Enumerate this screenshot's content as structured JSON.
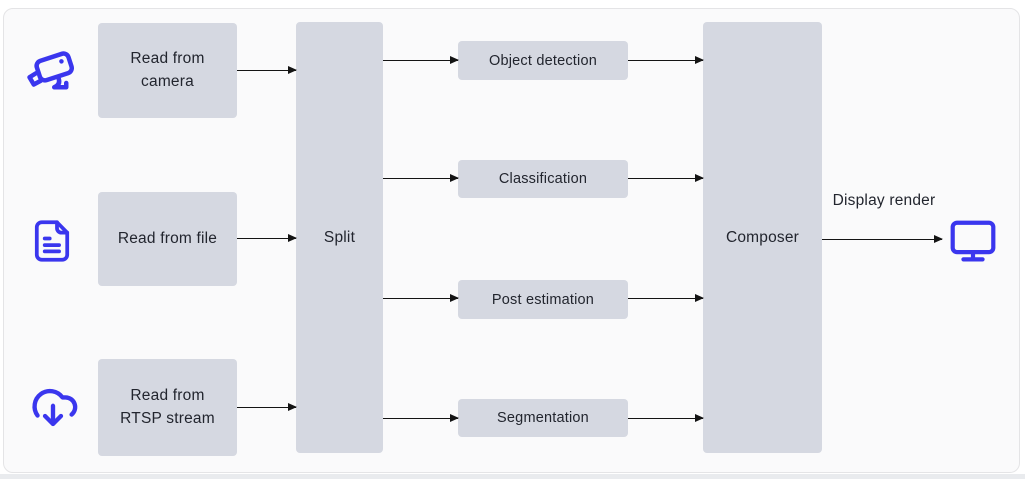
{
  "diagram": {
    "colors": {
      "node_fill": "#d5d8e1",
      "icon_blue": "#3a36ee",
      "arrow": "#141414",
      "text": "#22252e",
      "card_bg": "#fafafb",
      "card_border": "#e4e4e6"
    },
    "sources": [
      {
        "label": "Read from camera",
        "icon": "cctv-camera-icon"
      },
      {
        "label": "Read from file",
        "icon": "document-icon"
      },
      {
        "label": "Read from RTSP stream",
        "icon": "cloud-download-icon"
      }
    ],
    "split": {
      "label": "Split"
    },
    "tasks": [
      {
        "label": "Object detection"
      },
      {
        "label": "Classification"
      },
      {
        "label": "Post estimation"
      },
      {
        "label": "Segmentation"
      }
    ],
    "composer": {
      "label": "Composer"
    },
    "output": {
      "label": "Display render",
      "icon": "monitor-icon"
    }
  }
}
